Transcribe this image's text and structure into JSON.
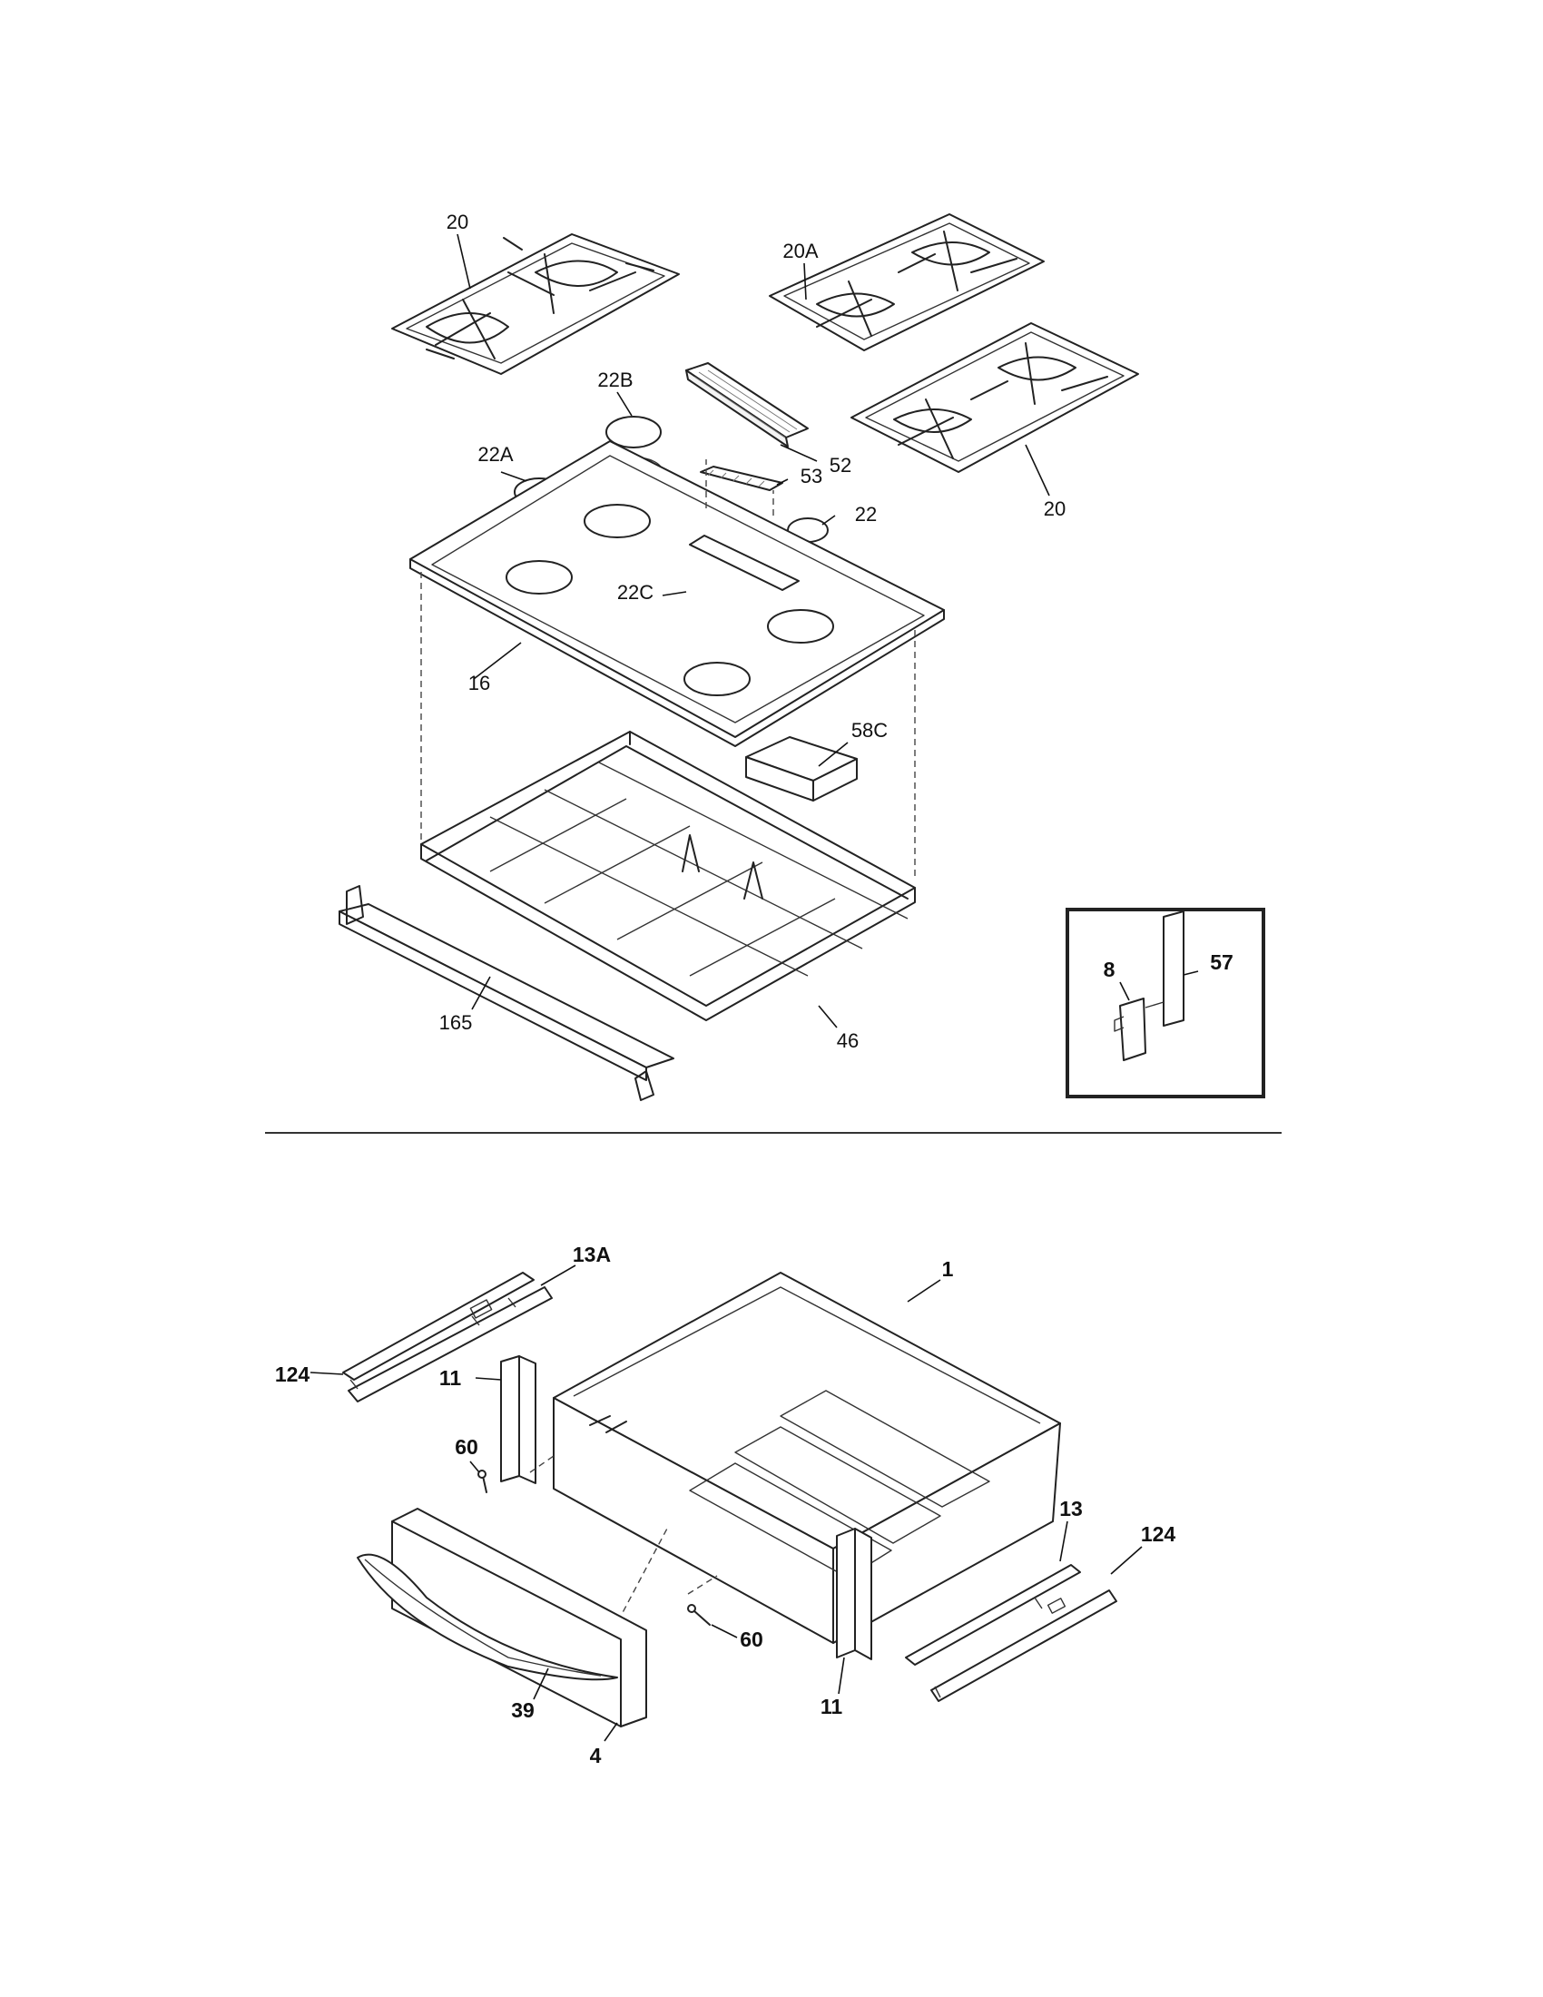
{
  "upper_diagram": {
    "callouts": {
      "grate_left": "20",
      "grate_right_top": "20A",
      "grate_right_bottom": "20",
      "cap_22b": "22B",
      "cap_22a": "22A",
      "cap_22": "22",
      "cap_22c": "22C",
      "griddle_cover": "52",
      "vent_53": "53",
      "cooktop": "16",
      "box_58c": "58C",
      "rail_165": "165",
      "frame_46": "46"
    },
    "inset": {
      "part_8": "8",
      "part_57": "57"
    }
  },
  "lower_diagram": {
    "callouts": {
      "slide_13a": "13A",
      "drawer_body": "1",
      "slide_124_left": "124",
      "bracket_11_left": "11",
      "screw_60_top": "60",
      "slide_13": "13",
      "slide_124_right": "124",
      "screw_60_bottom": "60",
      "bracket_11_right": "11",
      "handle_39": "39",
      "front_panel_4": "4"
    }
  }
}
